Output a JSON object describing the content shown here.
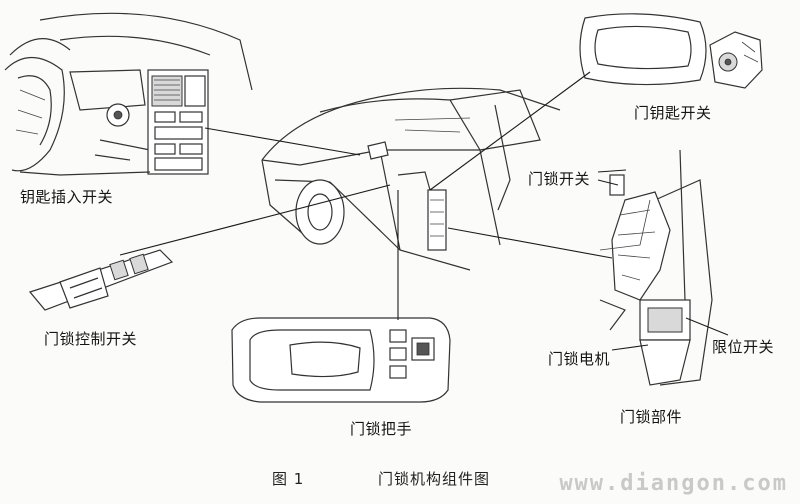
{
  "labels": {
    "key_insert_switch": "钥匙插入开关",
    "door_key_switch": "门钥匙开关",
    "door_lock_switch": "门锁开关",
    "door_lock_control_switch": "门锁控制开关",
    "limit_switch": "限位开关",
    "door_lock_motor": "门锁电机",
    "door_lock_handle": "门锁把手",
    "door_lock_parts": "门锁部件"
  },
  "caption": {
    "figure_no": "图 1",
    "title": "门锁机构组件图"
  },
  "watermark": "www.diangon.com"
}
